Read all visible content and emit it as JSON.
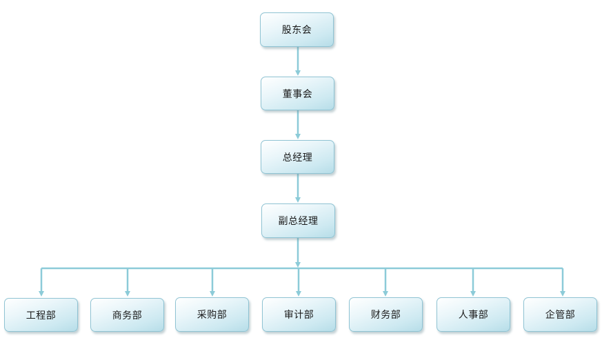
{
  "diagram": {
    "top_nodes": [
      {
        "label": "股东会"
      },
      {
        "label": "董事会"
      },
      {
        "label": "总经理"
      },
      {
        "label": "副总经理"
      }
    ],
    "departments": [
      {
        "label": "工程部"
      },
      {
        "label": "商务部"
      },
      {
        "label": "采购部"
      },
      {
        "label": "审计部"
      },
      {
        "label": "财务部"
      },
      {
        "label": "人事部"
      },
      {
        "label": "企管部"
      }
    ],
    "colors": {
      "connector": "#8ccbd8",
      "node_border": "#8fc3d3",
      "node_fill_light": "#eaf6fa",
      "node_fill_dark": "#b6dde8"
    }
  }
}
